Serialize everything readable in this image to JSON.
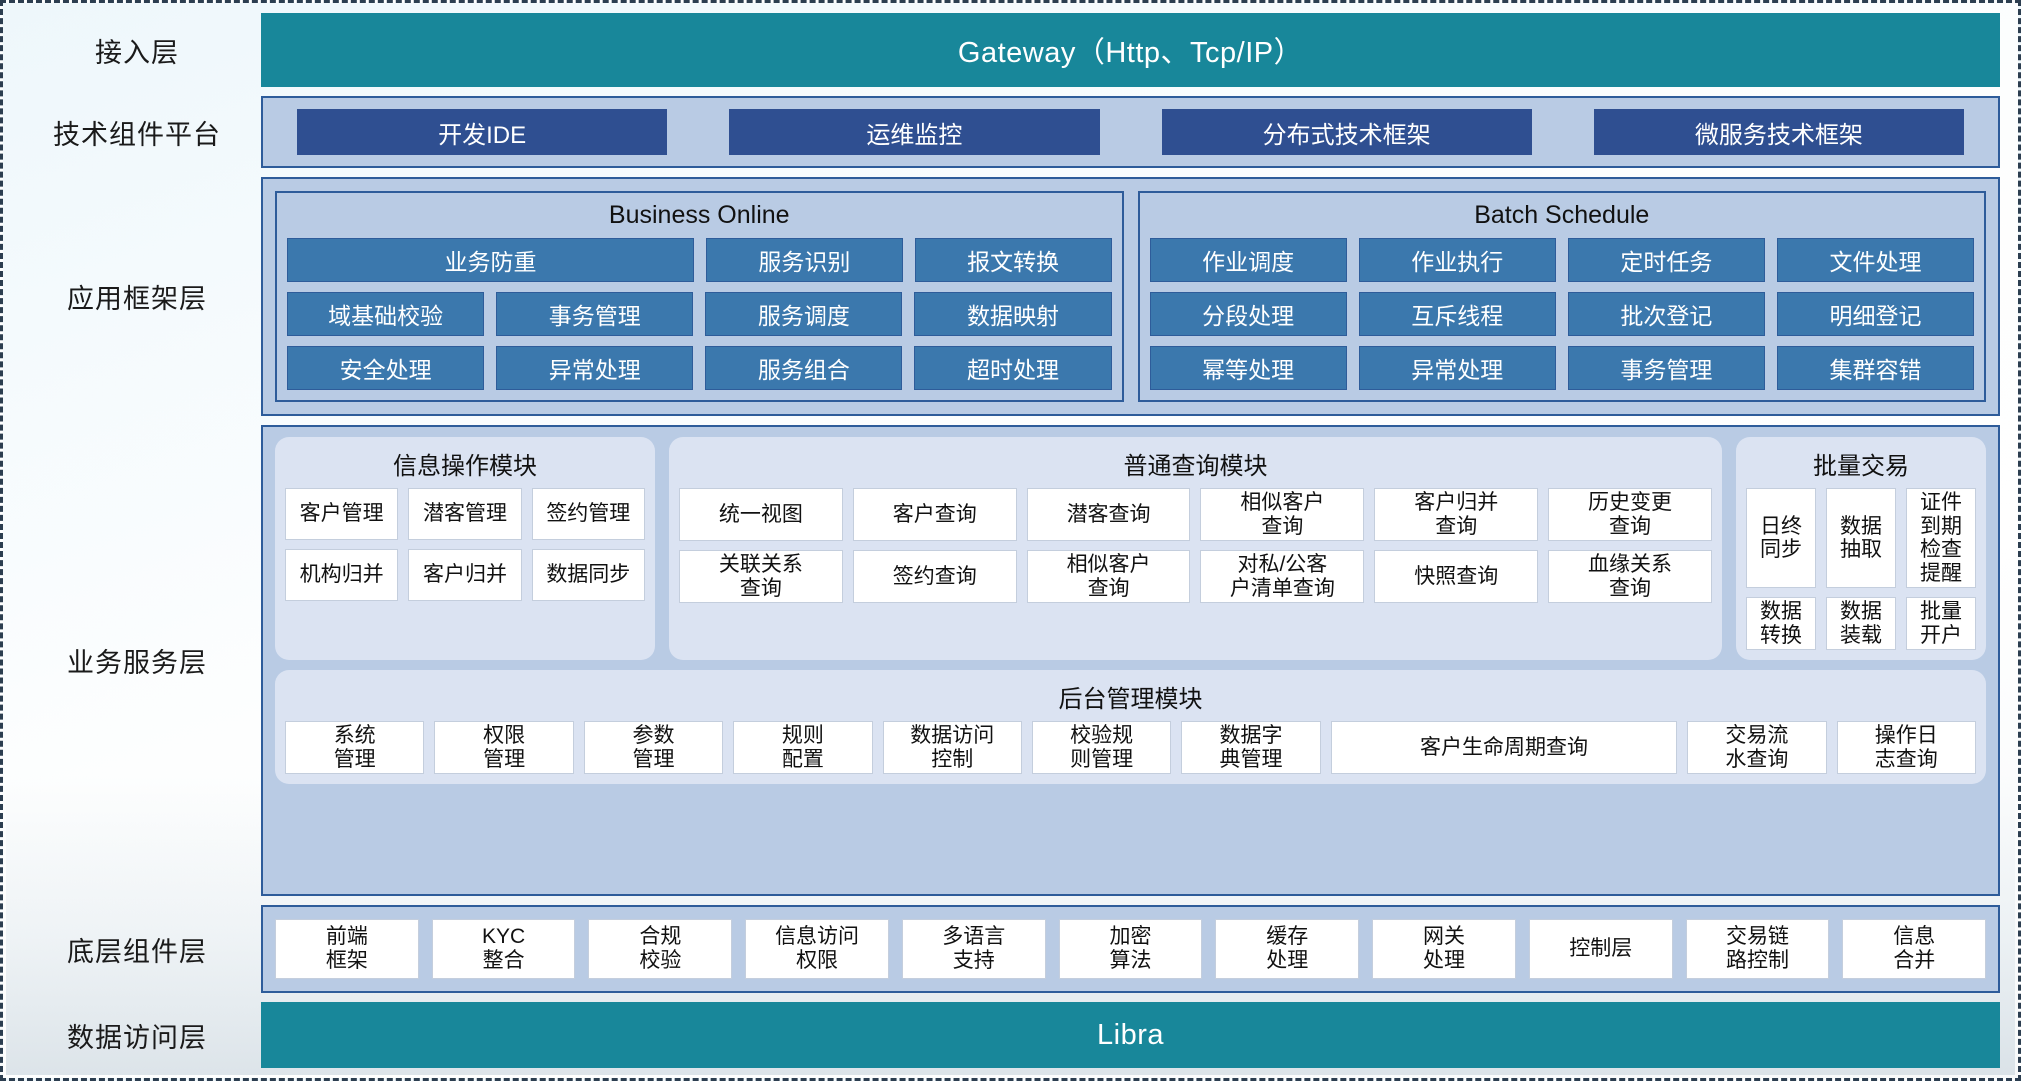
{
  "layers": {
    "access": {
      "label": "接入层",
      "bar": "Gateway（Http、Tcp/IP）"
    },
    "tech": {
      "label": "技术组件平台"
    },
    "appfw": {
      "label": "应用框架层"
    },
    "business": {
      "label": "业务服务层"
    },
    "base": {
      "label": "底层组件层"
    },
    "data": {
      "label": "数据访问层",
      "bar": "Libra"
    }
  },
  "tech_platform": {
    "items": [
      "开发IDE",
      "运维监控",
      "分布式技术框架",
      "微服务技术框架"
    ]
  },
  "app_framework": {
    "groups": [
      {
        "title": "Business Online",
        "rows": [
          [
            {
              "label": "业务防重",
              "span": 2
            },
            {
              "label": "服务识别"
            },
            {
              "label": "报文转换"
            }
          ],
          [
            {
              "label": "域基础校验"
            },
            {
              "label": "事务管理"
            },
            {
              "label": "服务调度"
            },
            {
              "label": "数据映射"
            }
          ],
          [
            {
              "label": "安全处理"
            },
            {
              "label": "异常处理"
            },
            {
              "label": "服务组合"
            },
            {
              "label": "超时处理"
            }
          ]
        ]
      },
      {
        "title": "Batch Schedule",
        "rows": [
          [
            {
              "label": "作业调度"
            },
            {
              "label": "作业执行"
            },
            {
              "label": "定时任务"
            },
            {
              "label": "文件处理"
            }
          ],
          [
            {
              "label": "分段处理"
            },
            {
              "label": "互斥线程"
            },
            {
              "label": "批次登记"
            },
            {
              "label": "明细登记"
            }
          ],
          [
            {
              "label": "幂等处理"
            },
            {
              "label": "异常处理"
            },
            {
              "label": "事务管理"
            },
            {
              "label": "集群容错"
            }
          ]
        ]
      }
    ]
  },
  "business_service": {
    "top_modules": [
      {
        "title": "信息操作模块",
        "rows": [
          [
            "客户管理",
            "潜客管理",
            "签约管理"
          ],
          [
            "机构归并",
            "客户归并",
            "数据同步"
          ]
        ]
      },
      {
        "title": "普通查询模块",
        "rows": [
          [
            "统一视图",
            "客户查询",
            "潜客查询",
            "相似客户\n查询",
            "客户归并\n查询",
            "历史变更\n查询"
          ],
          [
            "关联关系\n查询",
            "签约查询",
            "相似客户\n查询",
            "对私/公客\n户清单查询",
            "快照查询",
            "血缘关系\n查询"
          ]
        ]
      },
      {
        "title": "批量交易",
        "rows": [
          [
            "日终\n同步",
            "数据\n抽取",
            "证件到期\n检查提醒"
          ],
          [
            "数据\n转换",
            "数据\n装载",
            "批量\n开户"
          ]
        ]
      }
    ],
    "bottom_module": {
      "title": "后台管理模块",
      "cells": [
        {
          "label": "系统\n管理"
        },
        {
          "label": "权限\n管理"
        },
        {
          "label": "参数\n管理"
        },
        {
          "label": "规则\n配置"
        },
        {
          "label": "数据访问\n控制"
        },
        {
          "label": "校验规\n则管理"
        },
        {
          "label": "数据字\n典管理"
        },
        {
          "label": "客户生命周期查询",
          "wide": true
        },
        {
          "label": "交易流\n水查询"
        },
        {
          "label": "操作日\n志查询"
        }
      ]
    }
  },
  "base_components": {
    "items": [
      "前端\n框架",
      "KYC\n整合",
      "合规\n校验",
      "信息访问\n权限",
      "多语言\n支持",
      "加密\n算法",
      "缓存\n处理",
      "网关\n处理",
      "控制层",
      "交易链\n路控制",
      "信息\n合并"
    ]
  },
  "colors": {
    "teal": "#18879a",
    "panel_blue": "#b9cbe4",
    "panel_border": "#2e5c9a",
    "chip_dark_blue": "#2f4f91",
    "cell_blue": "#3b78ad",
    "module_bg": "#dbe3f2",
    "white_cell": "#ffffff"
  }
}
